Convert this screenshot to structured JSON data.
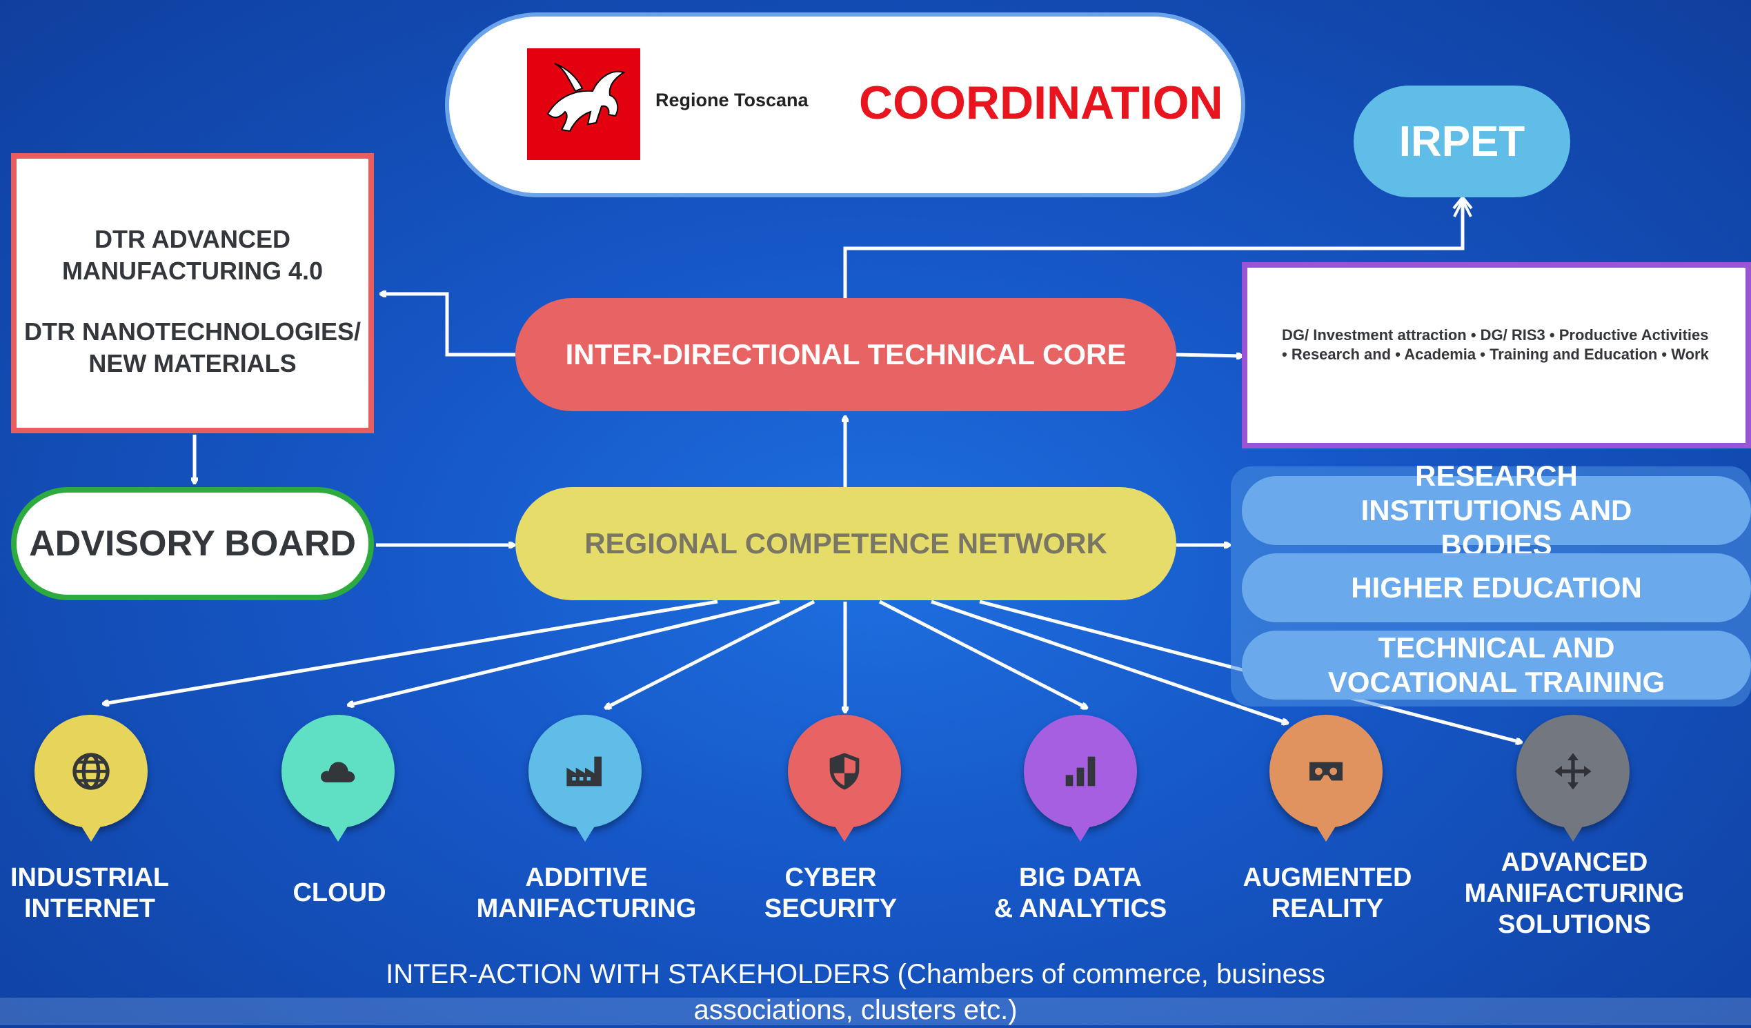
{
  "coordination": {
    "logo_text": "Regione Toscana",
    "title": "COORDINATION"
  },
  "irpet": {
    "label": "IRPET"
  },
  "dtr": {
    "line1": "DTR ADVANCED",
    "line2": "MANUFACTURING 4.0",
    "line3": "DTR NANOTECHNOLOGIES/",
    "line4": "NEW MATERIALS"
  },
  "core": {
    "label": "INTER-DIRECTIONAL TECHNICAL CORE"
  },
  "dg": {
    "text": "DG/ Investment attraction • DG/ RIS3 • Productive Activities • Research and • Academia • Training and Education • Work"
  },
  "advisory": {
    "label": "ADVISORY BOARD"
  },
  "network": {
    "label": "REGIONAL COMPETENCE NETWORK"
  },
  "institutions": [
    {
      "label": "RESEARCH INSTITUTIONS AND BODIES"
    },
    {
      "label": "HIGHER EDUCATION"
    },
    {
      "label": "TECHNICAL AND VOCATIONAL TRAINING"
    }
  ],
  "technologies": [
    {
      "line1": "INDUSTRIAL",
      "line2": "INTERNET",
      "line3": "",
      "icon": "globe-icon",
      "color": "#e6d55a"
    },
    {
      "line1": "CLOUD",
      "line2": "",
      "line3": "",
      "icon": "cloud-icon",
      "color": "#5fdfc4"
    },
    {
      "line1": "ADDITIVE",
      "line2": "MANIFACTURING",
      "line3": "",
      "icon": "factory-icon",
      "color": "#5fbde8"
    },
    {
      "line1": "CYBER",
      "line2": "SECURITY",
      "line3": "",
      "icon": "shield-icon",
      "color": "#e86464"
    },
    {
      "line1": "BIG DATA",
      "line2": "& ANALYTICS",
      "line3": "",
      "icon": "bar-chart-icon",
      "color": "#a65fe0"
    },
    {
      "line1": "AUGMENTED",
      "line2": "REALITY",
      "line3": "",
      "icon": "vr-headset-icon",
      "color": "#e0935f"
    },
    {
      "line1": "ADVANCED",
      "line2": "MANIFACTURING",
      "line3": "SOLUTIONS",
      "icon": "move-arrows-icon",
      "color": "#737780"
    }
  ],
  "footer": {
    "line1": "INTER-ACTION WITH STAKEHOLDERS (Chambers of commerce, business",
    "line2": "associations, clusters etc.)"
  }
}
